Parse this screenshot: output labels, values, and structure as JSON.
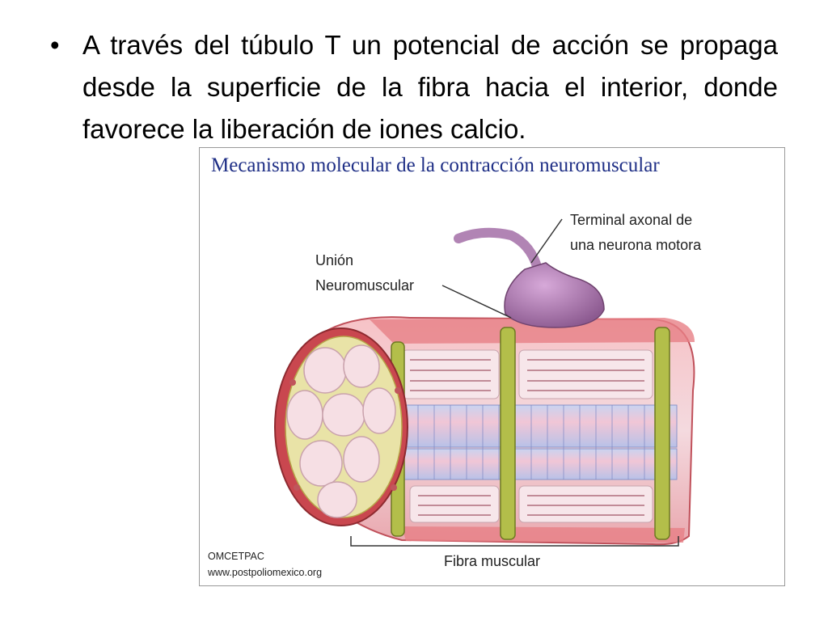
{
  "slide": {
    "bullet_symbol": "•",
    "bullet_text": "A través del túbulo T un potencial de acción se propaga desde la superficie de la fibra hacia el interior,  donde favorece la liberación de iones calcio."
  },
  "figure": {
    "title": "Mecanismo molecular de la contracción neuromuscular",
    "label_axon_line1": "Terminal axonal de",
    "label_axon_line2": "una neurona motora",
    "label_junction_line1": "Unión",
    "label_junction_line2": "Neuromuscular",
    "label_fiber": "Fibra muscular",
    "credit_line1": "OMCETPAC",
    "credit_line2": "www.postpoliomexico.org",
    "colors": {
      "title": "#1f2f86",
      "membrane": "#d9534f",
      "myofibril": "#f3d6de",
      "t_tubule": "#9aa83a",
      "neuron": "#a86ea8"
    }
  }
}
